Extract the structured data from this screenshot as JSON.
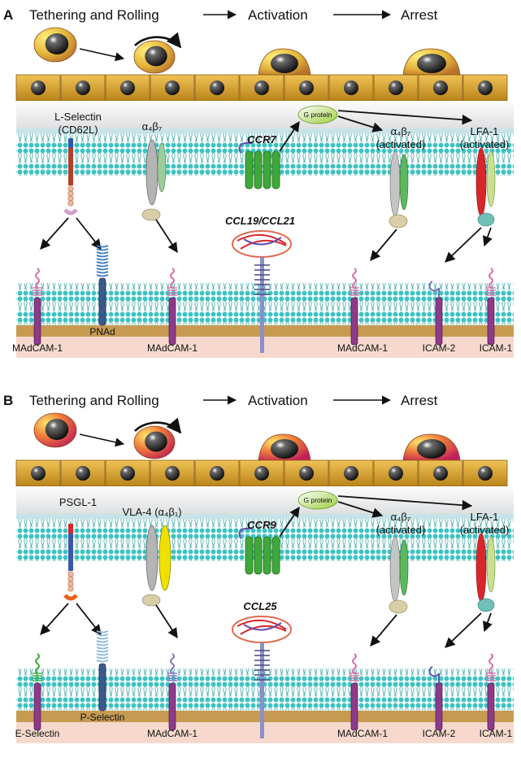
{
  "panels": [
    {
      "letter": "A",
      "stage_labels": [
        "Tethering and Rolling",
        "Activation",
        "Arrest"
      ],
      "selectin": {
        "label": "L-Selectin",
        "sublabel": "(CD62L)"
      },
      "integrin": {
        "label": "α₄β₇"
      },
      "receptor": {
        "label": "CCR7"
      },
      "chemokine": {
        "label": "CCL19/CCL21"
      },
      "g_protein": {
        "label": "G protein"
      },
      "activated_1": {
        "label": "α₄β₇",
        "sublabel": "(activated)"
      },
      "activated_2": {
        "label": "LFA-1",
        "sublabel": "(activated)"
      },
      "ligands": [
        "MAdCAM-1",
        "PNAd",
        "MAdCAM-1",
        "MAdCAM-1",
        "ICAM-2",
        "ICAM-1"
      ]
    },
    {
      "letter": "B",
      "stage_labels": [
        "Tethering and Rolling",
        "Activation",
        "Arrest"
      ],
      "selectin": {
        "label": "PSGL-1",
        "sublabel": ""
      },
      "integrin": {
        "label": "VLA-4 (α₄β₁)"
      },
      "receptor": {
        "label": "CCR9"
      },
      "chemokine": {
        "label": "CCL25"
      },
      "g_protein": {
        "label": "G protein"
      },
      "activated_1": {
        "label": "α₄β₇",
        "sublabel": "(activated)"
      },
      "activated_2": {
        "label": "LFA-1",
        "sublabel": "(activated)"
      },
      "ligands": [
        "E-Selectin",
        "P-Selectin",
        "MAdCAM-1",
        "MAdCAM-1",
        "ICAM-2",
        "ICAM-1"
      ]
    }
  ],
  "colors": {
    "endothelium": "#d9a531",
    "membrane_head": "#3ec2c2",
    "receptor_green": "#3fa83a",
    "integrin_grey": "#9a9a9a",
    "lfa_red": "#d8262b",
    "ligand_purple": "#8e3a8a",
    "pink_strand": "#d86ca8",
    "cell_yellow": "#e8d23a"
  }
}
